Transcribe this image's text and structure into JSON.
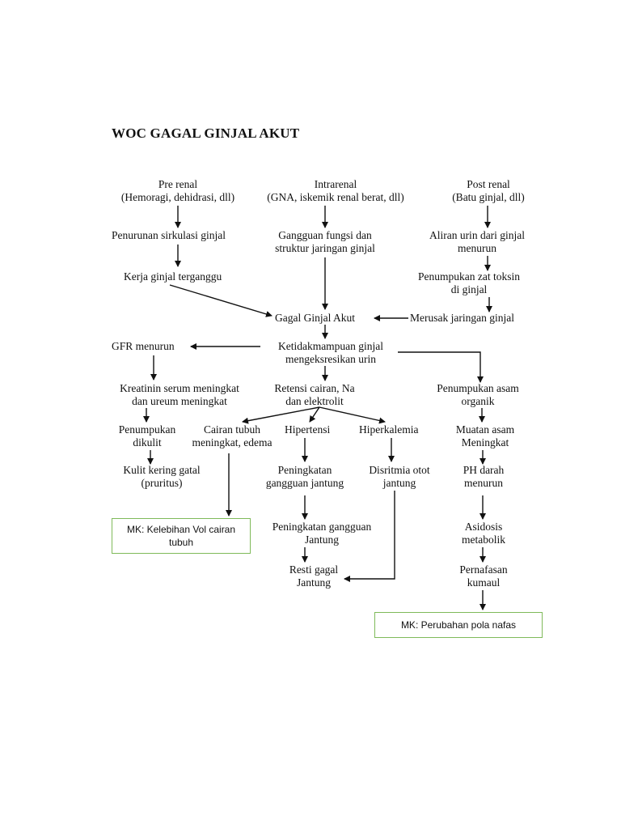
{
  "title": "WOC GAGAL GINJAL AKUT",
  "nodes": {
    "pre_renal": [
      "Pre renal",
      "(Hemoragi, dehidrasi, dll)"
    ],
    "intrarenal": [
      "Intrarenal",
      "(GNA, iskemik renal berat, dll)"
    ],
    "post_renal": [
      "Post renal",
      "(Batu ginjal, dll)"
    ],
    "penurunan_sirkulasi": [
      "Penurunan sirkulasi ginjal"
    ],
    "gangguan_fungsi": [
      "Gangguan fungsi dan",
      "struktur jaringan ginjal"
    ],
    "aliran_urin": [
      "Aliran urin dari ginjal",
      "menurun"
    ],
    "kerja_ginjal": [
      "Kerja ginjal terganggu"
    ],
    "penumpukan_zat": [
      "Penumpukan zat toksin",
      "di ginjal"
    ],
    "gagal_ginjal": [
      "Gagal Ginjal Akut"
    ],
    "merusak_jaringan": [
      "Merusak jaringan ginjal"
    ],
    "gfr": [
      "GFR menurun"
    ],
    "ketidakmampuan": [
      "Ketidakmampuan ginjal",
      "mengeksresikan urin"
    ],
    "kreatinin": [
      "Kreatinin serum meningkat",
      "dan ureum meningkat"
    ],
    "retensi": [
      "Retensi cairan, Na",
      "dan elektrolit"
    ],
    "penumpukan_asam": [
      "Penumpukan asam",
      "organik"
    ],
    "penumpukan_dikulit": [
      "Penumpukan",
      "dikulit"
    ],
    "cairan_tubuh": [
      "Cairan tubuh",
      "meningkat, edema"
    ],
    "hipertensi": [
      "Hipertensi"
    ],
    "hiperkalemia": [
      "Hiperkalemia"
    ],
    "muatan_asam": [
      "Muatan asam",
      "Meningkat"
    ],
    "kulit_kering": [
      "Kulit kering gatal",
      "(pruritus)"
    ],
    "peningkatan_gangguan": [
      "Peningkatan",
      "gangguan jantung"
    ],
    "disritmia": [
      "Disritmia otot",
      "jantung"
    ],
    "ph_darah": [
      "PH darah",
      "menurun"
    ],
    "peningkatan_gangguan_jantung": [
      "Peningkatan gangguan",
      "Jantung"
    ],
    "asidosis": [
      "Asidosis",
      "metabolik"
    ],
    "resti_gagal": [
      "Resti gagal",
      "Jantung"
    ],
    "pernafasan": [
      "Pernafasan",
      "kumaul"
    ]
  },
  "boxes": {
    "mk_kelebihan": [
      "MK: Kelebihan Vol cairan",
      "tubuh"
    ],
    "mk_perubahan": [
      "MK: Perubahan pola nafas"
    ]
  },
  "colors": {
    "box_border": "#7fba5a",
    "line": "#111111"
  }
}
